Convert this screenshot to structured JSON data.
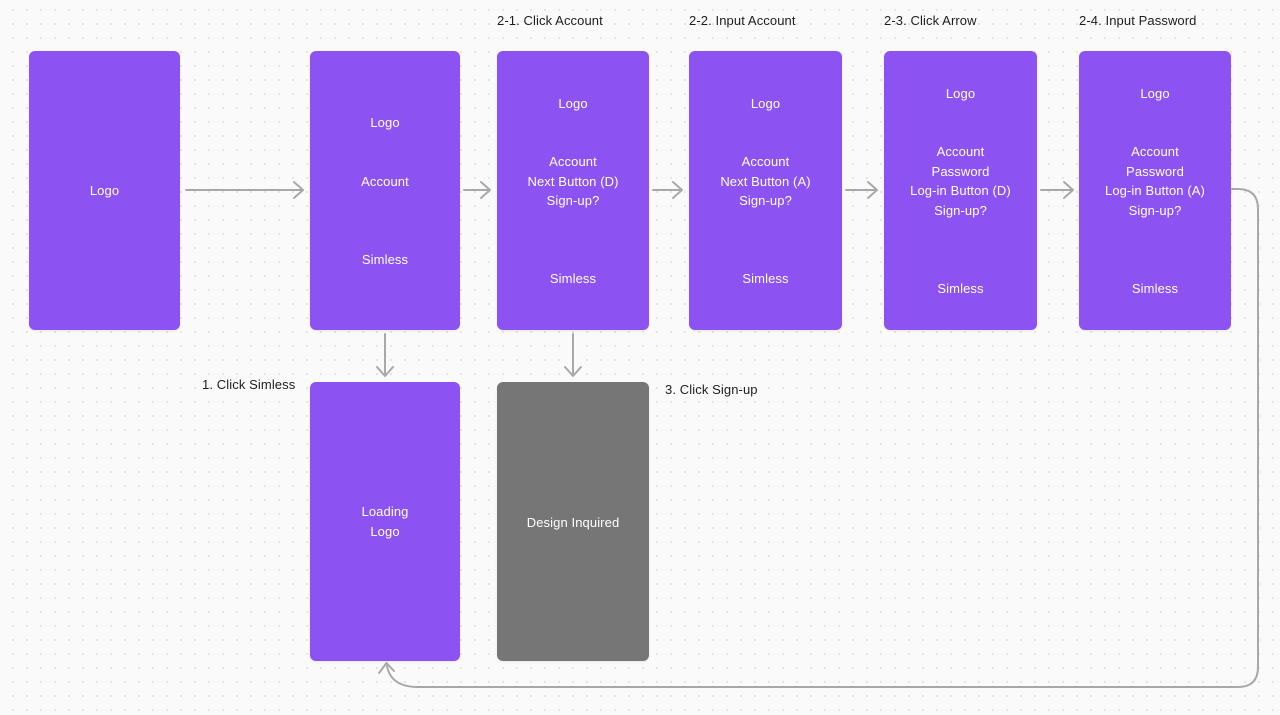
{
  "canvas": {
    "background": "#FAFAFA",
    "dot_color": "#E2E2E5",
    "accent_purple": "#8C52F2",
    "frame_gray": "#767676",
    "arrow_color": "#A8A8A8",
    "label_color": "#1E1E1E"
  },
  "annotations": {
    "step1": "1. Click Simless",
    "step2_1": "2-1. Click Account",
    "step2_2": "2-2. Input Account",
    "step2_3": "2-3. Click Arrow",
    "step2_4": "2-4. Input Password",
    "step3": "3. Click Sign-up"
  },
  "frames": [
    {
      "name": "splash",
      "texts": {
        "center": "Logo"
      }
    },
    {
      "name": "login-home",
      "texts": {
        "top": "Logo",
        "middle": "Account",
        "bottom": "Simless"
      }
    },
    {
      "name": "click-account",
      "texts": {
        "top": "Logo",
        "middle": "Account\nNext Button (D)\nSign-up?",
        "bottom": "Simless"
      }
    },
    {
      "name": "input-account",
      "texts": {
        "top": "Logo",
        "middle": "Account\nNext Button (A)\nSign-up?",
        "bottom": "Simless"
      }
    },
    {
      "name": "click-arrow",
      "texts": {
        "top": "Logo",
        "middle": "Account\nPassword\nLog-in Button (D)\nSign-up?",
        "bottom": "Simless"
      }
    },
    {
      "name": "input-password",
      "texts": {
        "top": "Logo",
        "middle": "Account\nPassword\nLog-in Button (A)\nSign-up?",
        "bottom": "Simless"
      }
    },
    {
      "name": "loading",
      "texts": {
        "center": "Loading\nLogo"
      }
    },
    {
      "name": "design-inquired",
      "texts": {
        "center": "Design Inquired"
      }
    }
  ]
}
